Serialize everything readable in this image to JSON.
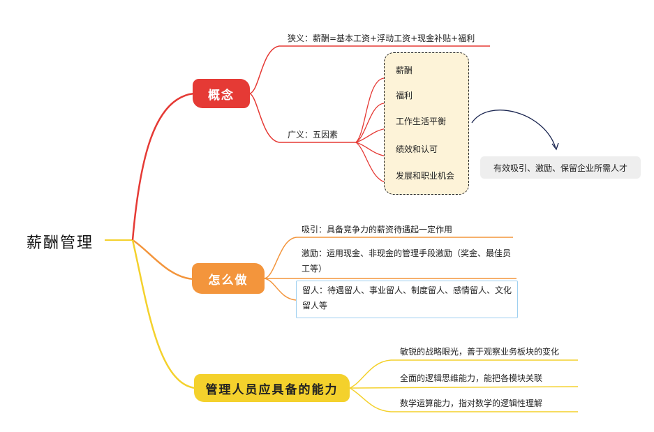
{
  "root": {
    "label": "薪酬管理"
  },
  "branches": {
    "concept": {
      "label": "概念",
      "narrow": "狭义：薪酬=基本工资+浮动工资+现金补贴+福利",
      "broad": "广义：五因素",
      "factors": [
        "薪酬",
        "福利",
        "工作生活平衡",
        "绩效和认可",
        "发展和职业机会"
      ],
      "note": "有效吸引、激励、保留企业所需人才"
    },
    "how": {
      "label": "怎么做",
      "attract": "吸引：具备竞争力的薪资待遇起一定作用",
      "motivate": "激励：运用现金、非现金的管理手段激励（奖金、最佳员工等）",
      "retain": "留人：待遇留人、事业留人、制度留人、感情留人、文化留人等"
    },
    "ability": {
      "label": "管理人员应具备的能力",
      "items": [
        "敏锐的战略眼光，善于观察业务板块的变化",
        "全面的逻辑思维能力，能把各模块关联",
        "数学运算能力，指对数学的逻辑性理解"
      ]
    }
  },
  "colors": {
    "concept": "#e53a35",
    "how": "#f3953c",
    "ability": "#f4d12c"
  }
}
